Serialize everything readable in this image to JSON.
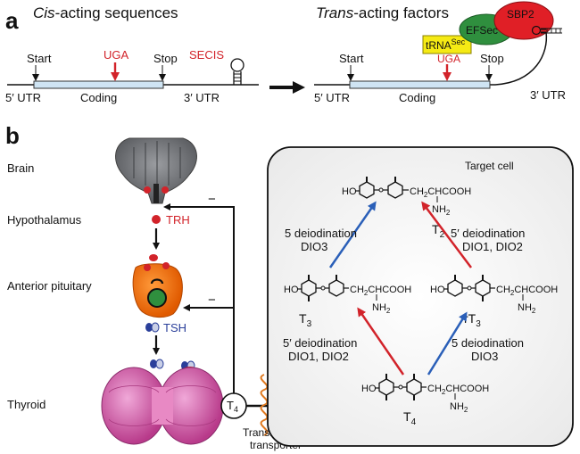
{
  "panel_a": {
    "label": "a",
    "cis_title_italic": "Cis",
    "cis_title_rest": "-acting sequences",
    "trans_title_italic": "Trans",
    "trans_title_rest": "-acting factors",
    "start": "Start",
    "stop": "Stop",
    "uga": "UGA",
    "secis": "SECIS",
    "utr5": "5′ UTR",
    "coding": "Coding",
    "utr3": "3′ UTR",
    "sbp2": "SBP2",
    "efsec": "EFSec",
    "trna": "tRNA",
    "trna_sup": "Sec"
  },
  "panel_b": {
    "label": "b",
    "brain": "Brain",
    "hypothalamus": "Hypothalamus",
    "anterior_pituitary": "Anterior pituitary",
    "thyroid": "Thyroid",
    "trh": "TRH",
    "tsh": "TSH",
    "minus1": "−",
    "minus2": "−",
    "t4_circle": "T",
    "t4_circle_sub": "4",
    "transporter_line1": "Transmembrane",
    "transporter_line2": "transporter",
    "target_cell": "Target cell",
    "cooh": "CH",
    "cooh_sub": "2",
    "cooh_rest": "CHCOOH",
    "nh": "NH",
    "nh_sub": "2",
    "ho": "HO",
    "t2": "T",
    "t2_sub": "2",
    "t3": "T",
    "t3_sub": "3",
    "rt3": "rT",
    "rt3_sub": "3",
    "t4": "T",
    "t4_sub": "4",
    "dio_tl_1": "5 deiodination",
    "dio_tl_2": "DIO3",
    "dio_tr_1": "5′ deiodination",
    "dio_tr_2": "DIO1, DIO2",
    "dio_bl_1": "5′ deiodination",
    "dio_bl_2": "DIO1, DIO2",
    "dio_br_1": "5 deiodination",
    "dio_br_2": "DIO3"
  }
}
